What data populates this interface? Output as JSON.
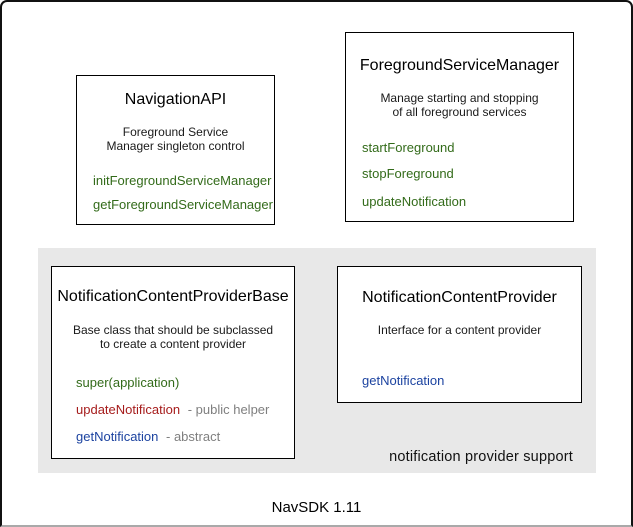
{
  "diagram": {
    "footer_label": "NavSDK 1.11",
    "group_label": "notification provider support"
  },
  "colors": {
    "method_green": "#336b1a",
    "method_red": "#a61c1c",
    "method_blue": "#1c43a0",
    "annotation_gray": "#7f7f7f",
    "group_bg": "#e8e8e8",
    "box_border": "#000000"
  },
  "boxes": {
    "navigation_api": {
      "title": "NavigationAPI",
      "description_lines": [
        "Foreground Service",
        "Manager singleton control"
      ],
      "methods": [
        {
          "name": "initForegroundServiceManager"
        },
        {
          "name": "getForegroundServiceManager"
        }
      ]
    },
    "foreground_service_manager": {
      "title": "ForegroundServiceManager",
      "description_lines": [
        "Manage starting and stopping",
        "of all foreground services"
      ],
      "methods": [
        {
          "name": "startForeground"
        },
        {
          "name": "stopForeground"
        },
        {
          "name": "updateNotification"
        }
      ]
    },
    "notification_content_provider_base": {
      "title": "NotificationContentProviderBase",
      "description_lines": [
        "Base class that should be subclassed",
        "to create a content provider"
      ],
      "methods": [
        {
          "name": "super(application)"
        },
        {
          "name": "updateNotification",
          "annotation": "- public helper"
        },
        {
          "name": "getNotification",
          "annotation": "- abstract"
        }
      ]
    },
    "notification_content_provider": {
      "title": "NotificationContentProvider",
      "description_lines": [
        "Interface for a content provider"
      ],
      "methods": [
        {
          "name": "getNotification"
        }
      ]
    }
  }
}
